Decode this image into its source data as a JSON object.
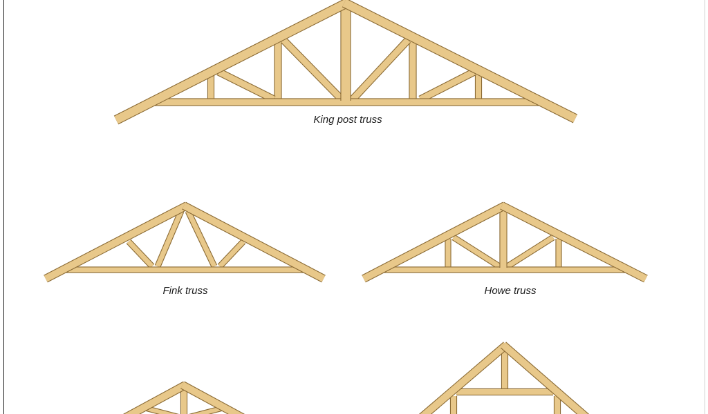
{
  "trusses": [
    {
      "id": "king-post",
      "label": "King post truss"
    },
    {
      "id": "fink",
      "label": "Fink truss"
    },
    {
      "id": "howe",
      "label": "Howe truss"
    },
    {
      "id": "partial-lower-left",
      "label": ""
    },
    {
      "id": "attic",
      "label": ""
    }
  ],
  "colors": {
    "wood_fill": "#e8c88a",
    "wood_edge": "#8a6a34",
    "label_text": "#1c1c1c",
    "background": "#ffffff"
  }
}
